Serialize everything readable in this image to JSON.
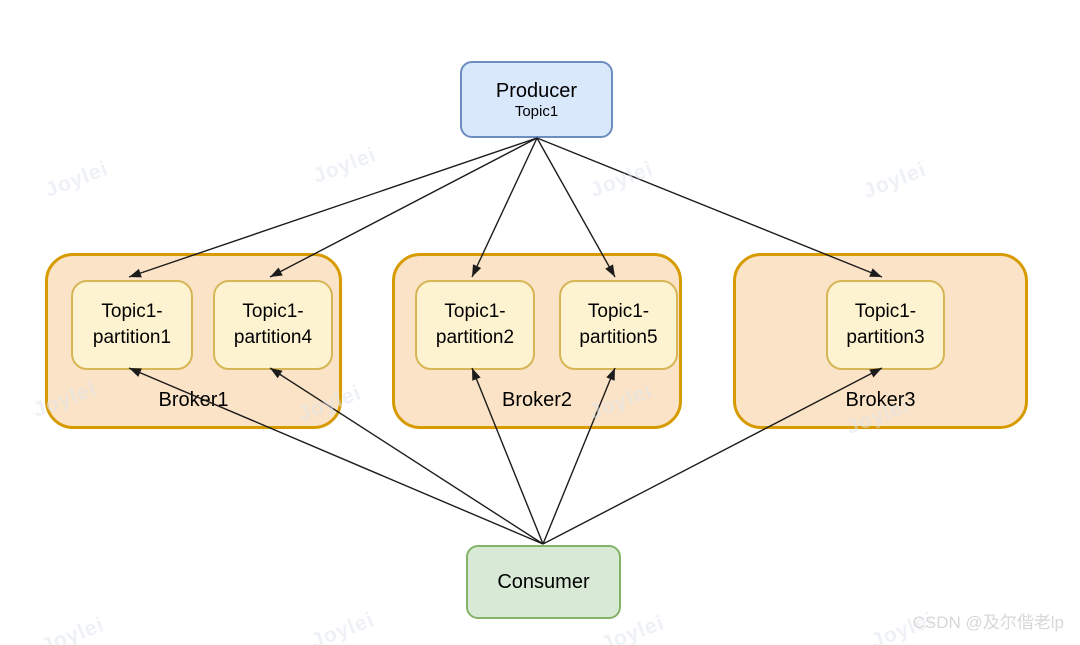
{
  "producer": {
    "title": "Producer",
    "subtitle": "Topic1"
  },
  "brokers": [
    {
      "label": "Broker1",
      "partitions": [
        {
          "line1": "Topic1-",
          "line2": "partition1"
        },
        {
          "line1": "Topic1-",
          "line2": "partition4"
        }
      ]
    },
    {
      "label": "Broker2",
      "partitions": [
        {
          "line1": "Topic1-",
          "line2": "partition2"
        },
        {
          "line1": "Topic1-",
          "line2": "partition5"
        }
      ]
    },
    {
      "label": "Broker3",
      "partitions": [
        {
          "line1": "Topic1-",
          "line2": "partition3"
        }
      ]
    }
  ],
  "consumer": {
    "title": "Consumer"
  },
  "edges": [
    {
      "from": "Producer",
      "to": "Topic1-partition1"
    },
    {
      "from": "Producer",
      "to": "Topic1-partition4"
    },
    {
      "from": "Producer",
      "to": "Topic1-partition2"
    },
    {
      "from": "Producer",
      "to": "Topic1-partition5"
    },
    {
      "from": "Producer",
      "to": "Topic1-partition3"
    },
    {
      "from": "Consumer",
      "to": "Topic1-partition1"
    },
    {
      "from": "Consumer",
      "to": "Topic1-partition4"
    },
    {
      "from": "Consumer",
      "to": "Topic1-partition2"
    },
    {
      "from": "Consumer",
      "to": "Topic1-partition5"
    },
    {
      "from": "Consumer",
      "to": "Topic1-partition3"
    }
  ],
  "colors": {
    "producer_fill": "#dae8fc",
    "producer_stroke": "#6c8ebf",
    "broker_fill": "#fbe3c7",
    "broker_stroke": "#d79b00",
    "partition_fill": "#fdf3d1",
    "partition_stroke": "#d6b656",
    "consumer_fill": "#d8ead6",
    "consumer_stroke": "#82b366",
    "arrow": "#1c1c1c"
  },
  "watermark": {
    "label": "Joylei"
  },
  "attribution": {
    "label": "CSDN @及尔偕老lp"
  }
}
